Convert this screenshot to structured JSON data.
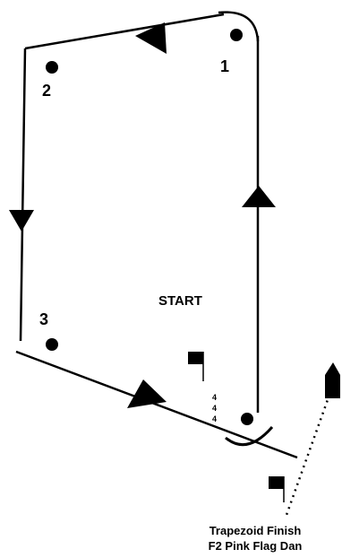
{
  "marks": [
    {
      "id": "mark-1",
      "label": "1"
    },
    {
      "id": "mark-2",
      "label": "2"
    },
    {
      "id": "mark-3",
      "label": "3"
    }
  ],
  "start_label": "START",
  "pin_label": "4\n4\n4",
  "caption": {
    "line1": "Trapezoid Finish",
    "line2": "F2 Pink Flag Dan"
  },
  "colors": {
    "ink": "#000000",
    "background": "#ffffff"
  }
}
